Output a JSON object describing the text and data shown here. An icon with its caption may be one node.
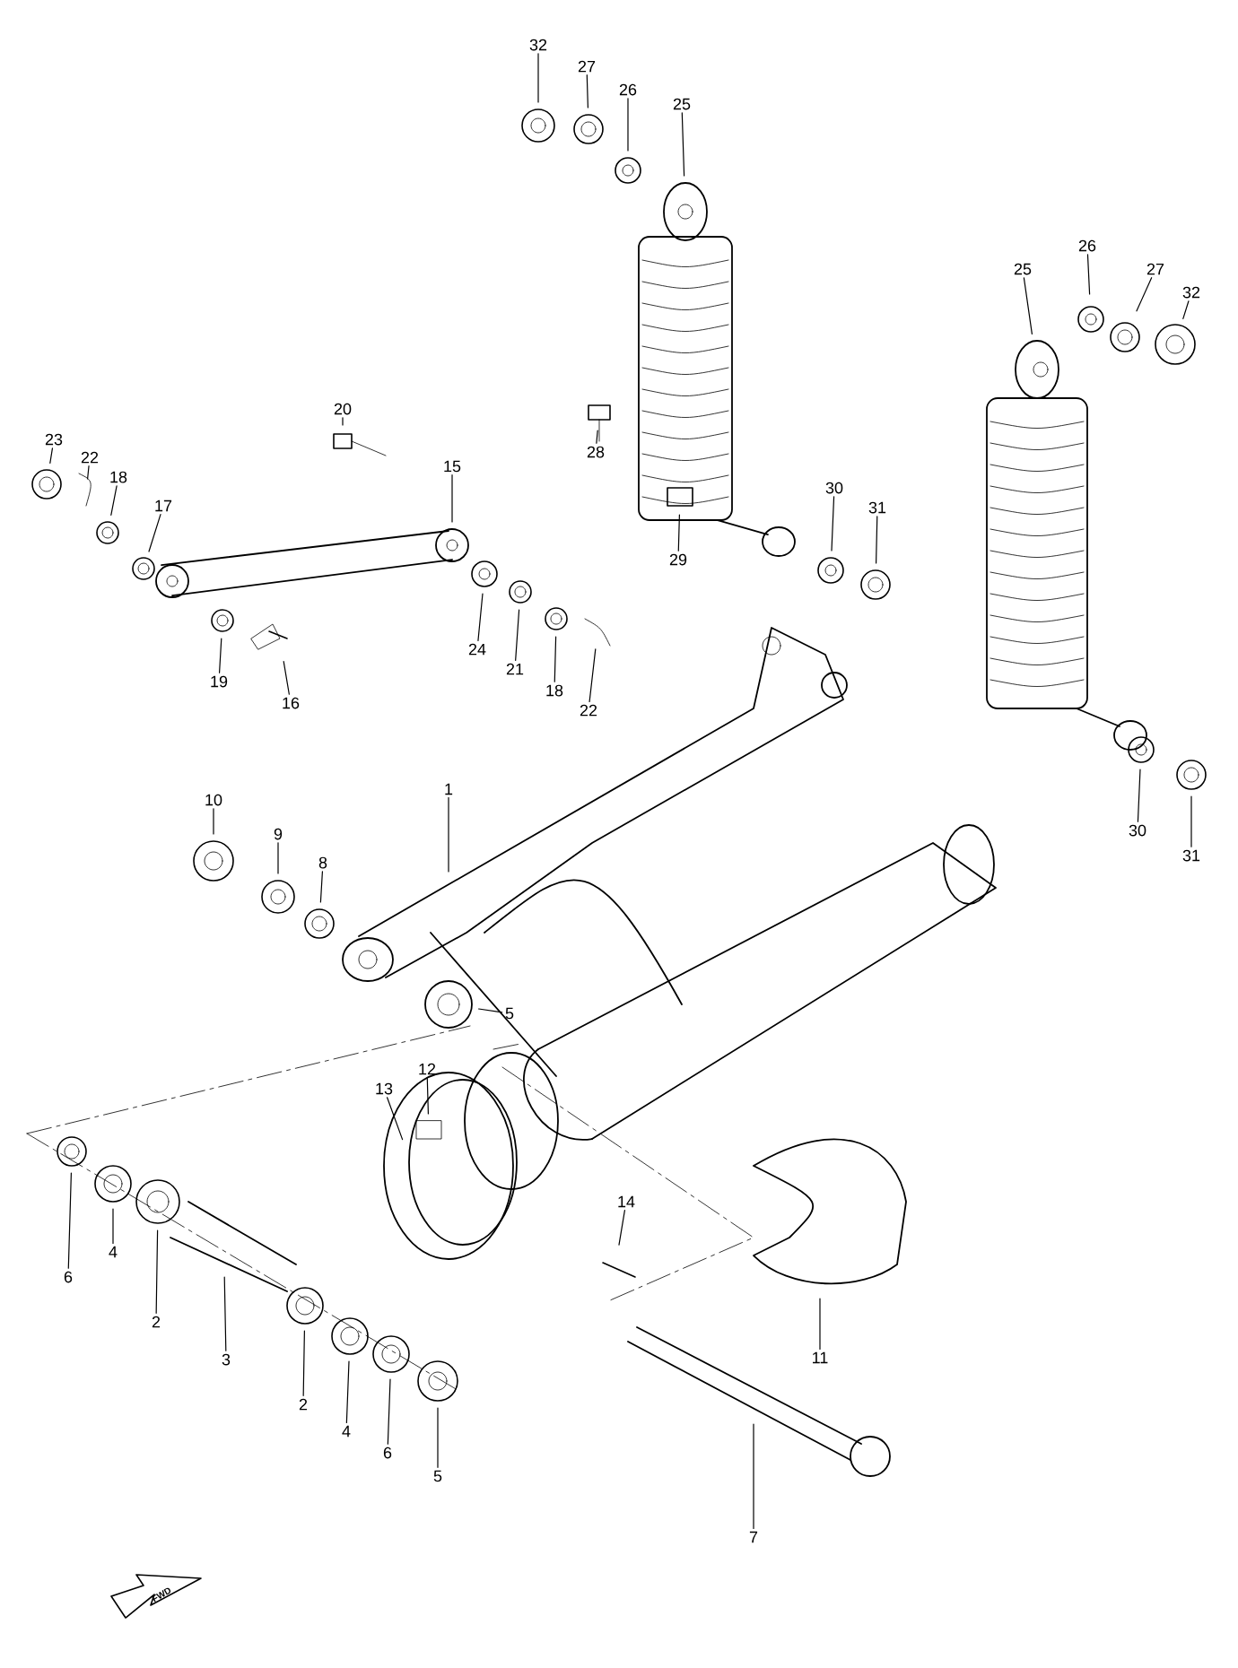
{
  "diagram": {
    "nodes": [
      {
        "text": [
          "32"
        ]
      },
      {
        "text": [
          "27"
        ]
      },
      {
        "text": [
          "26"
        ]
      },
      {
        "text": [
          "25"
        ]
      },
      {
        "text": [
          "25"
        ]
      },
      {
        "text": [
          "26"
        ]
      },
      {
        "text": [
          "27"
        ]
      },
      {
        "text": [
          "32"
        ]
      },
      {
        "text": [
          "23"
        ]
      },
      {
        "text": [
          "22"
        ]
      },
      {
        "text": [
          "20"
        ]
      },
      {
        "text": [
          "18"
        ]
      },
      {
        "text": [
          "15"
        ]
      },
      {
        "text": [
          "17"
        ]
      },
      {
        "text": [
          "28"
        ]
      },
      {
        "text": [
          "30"
        ]
      },
      {
        "text": [
          "31"
        ]
      },
      {
        "text": [
          "29"
        ]
      },
      {
        "text": [
          "24"
        ]
      },
      {
        "text": [
          "21"
        ]
      },
      {
        "text": [
          "19"
        ]
      },
      {
        "text": [
          "18"
        ]
      },
      {
        "text": [
          "22"
        ]
      },
      {
        "text": [
          "16"
        ]
      },
      {
        "text": [
          "1"
        ]
      },
      {
        "text": [
          "10"
        ]
      },
      {
        "text": [
          "30"
        ]
      },
      {
        "text": [
          "9"
        ]
      },
      {
        "text": [
          "31"
        ]
      },
      {
        "text": [
          "8"
        ]
      },
      {
        "text": [
          "5"
        ]
      },
      {
        "text": [
          "12"
        ]
      },
      {
        "text": [
          "13"
        ]
      },
      {
        "text": [
          "14"
        ]
      },
      {
        "text": [
          "4"
        ]
      },
      {
        "text": [
          "6"
        ]
      },
      {
        "text": [
          "2"
        ]
      },
      {
        "text": [
          "3"
        ]
      },
      {
        "text": [
          "11"
        ]
      },
      {
        "text": [
          "2"
        ]
      },
      {
        "text": [
          "4"
        ]
      },
      {
        "text": [
          "6"
        ]
      },
      {
        "text": [
          "5"
        ]
      },
      {
        "text": [
          "7"
        ]
      }
    ],
    "edges": [
      {
        "from": 0,
        "to": null,
        "arrow": "none"
      },
      {
        "from": 1,
        "to": null,
        "arrow": "none"
      },
      {
        "from": 2,
        "to": null,
        "arrow": "none"
      },
      {
        "from": 3,
        "to": null,
        "arrow": "none"
      },
      {
        "from": 4,
        "to": null,
        "arrow": "none"
      },
      {
        "from": 5,
        "to": null,
        "arrow": "none"
      },
      {
        "from": 6,
        "to": null,
        "arrow": "none"
      },
      {
        "from": 7,
        "to": null,
        "arrow": "none"
      },
      {
        "from": 8,
        "to": null,
        "arrow": "none"
      },
      {
        "from": 9,
        "to": null,
        "arrow": "none"
      },
      {
        "from": 10,
        "to": null,
        "arrow": "none"
      },
      {
        "from": 11,
        "to": null,
        "arrow": "none"
      },
      {
        "from": 12,
        "to": null,
        "arrow": "none"
      },
      {
        "from": 13,
        "to": null,
        "arrow": "none"
      },
      {
        "from": 14,
        "to": null,
        "arrow": "none"
      },
      {
        "from": 15,
        "to": null,
        "arrow": "none"
      },
      {
        "from": 16,
        "to": null,
        "arrow": "none"
      },
      {
        "from": 17,
        "to": null,
        "arrow": "none"
      },
      {
        "from": 18,
        "to": null,
        "arrow": "none"
      },
      {
        "from": 19,
        "to": null,
        "arrow": "none"
      },
      {
        "from": 20,
        "to": null,
        "arrow": "none"
      },
      {
        "from": 21,
        "to": null,
        "arrow": "none"
      },
      {
        "from": 22,
        "to": null,
        "arrow": "none"
      },
      {
        "from": 23,
        "to": null,
        "arrow": "none"
      },
      {
        "from": 24,
        "to": null,
        "arrow": "none"
      },
      {
        "from": 25,
        "to": null,
        "arrow": "none"
      },
      {
        "from": 26,
        "to": null,
        "arrow": "none"
      },
      {
        "from": 27,
        "to": null,
        "arrow": "none"
      },
      {
        "from": 28,
        "to": null,
        "arrow": "none"
      },
      {
        "from": 29,
        "to": null,
        "arrow": "none"
      },
      {
        "from": 30,
        "to": null,
        "arrow": "none"
      },
      {
        "from": 31,
        "to": null,
        "arrow": "none"
      },
      {
        "from": 32,
        "to": null,
        "arrow": "none"
      },
      {
        "from": 33,
        "to": null,
        "arrow": "none"
      },
      {
        "from": 34,
        "to": null,
        "arrow": "none"
      },
      {
        "from": 35,
        "to": null,
        "arrow": "none"
      },
      {
        "from": 36,
        "to": null,
        "arrow": "none"
      },
      {
        "from": 37,
        "to": null,
        "arrow": "none"
      },
      {
        "from": 38,
        "to": null,
        "arrow": "none"
      },
      {
        "from": 39,
        "to": null,
        "arrow": "none"
      },
      {
        "from": 40,
        "to": null,
        "arrow": "none"
      },
      {
        "from": 41,
        "to": null,
        "arrow": "none"
      },
      {
        "from": 42,
        "to": null,
        "arrow": "none"
      },
      {
        "from": 43,
        "to": null,
        "arrow": "none"
      }
    ],
    "labels": [
      "FWD"
    ]
  }
}
